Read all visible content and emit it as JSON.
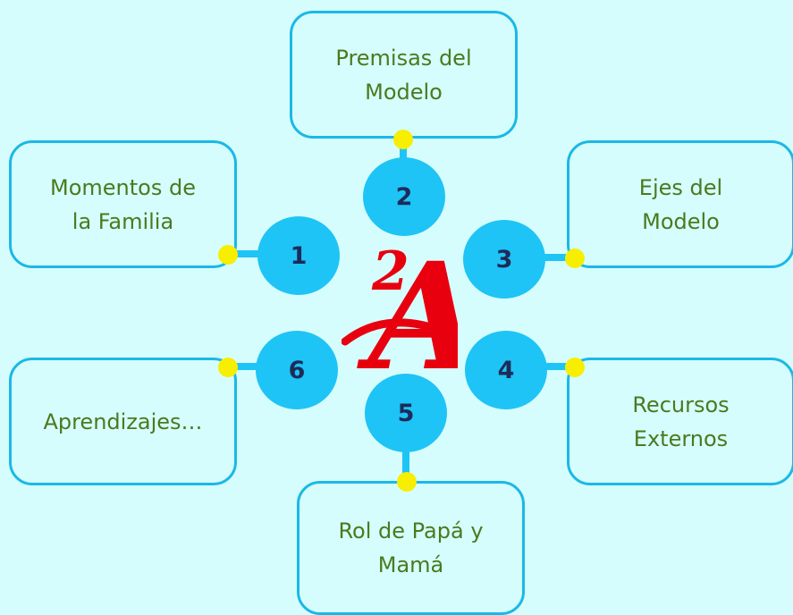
{
  "nodes": [
    {
      "number": "1",
      "label": "Momentos de\nla Familia"
    },
    {
      "number": "2",
      "label": "Premisas del\nModelo"
    },
    {
      "number": "3",
      "label": "Ejes del\nModelo"
    },
    {
      "number": "4",
      "label": "Recursos\nExternos"
    },
    {
      "number": "5",
      "label": "Rol de Papá y\nMamá"
    },
    {
      "number": "6",
      "label": "Aprendizajes…"
    }
  ],
  "center_logo": {
    "big_letter": "A",
    "small_digit": "2",
    "color": "#e8000f"
  },
  "colors": {
    "background": "#d6fdfd",
    "circle": "#1ec4f5",
    "box_border": "#1ab8e8",
    "connector_dot": "#f7ee00",
    "label_text": "#4a7a1e",
    "number_text": "#1d2b5a"
  }
}
